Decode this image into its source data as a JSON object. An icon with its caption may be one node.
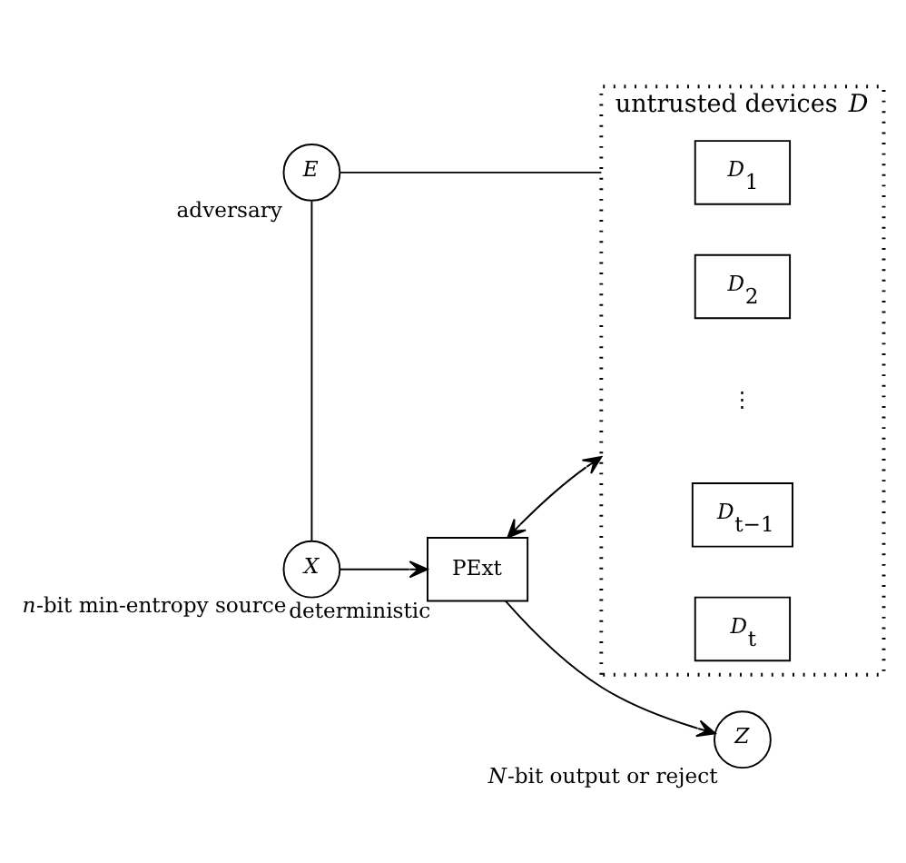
{
  "diagram": {
    "nodes": [
      {
        "text": [
          "untrusted devices *D*"
        ]
      },
      {
        "text": [
          "*D*$_{1}$"
        ],
        "in": 0
      },
      {
        "text": [
          "*D*$_{2}$"
        ],
        "in": 0
      },
      {
        "text": [
          "⋮"
        ],
        "in": 0
      },
      {
        "text": [
          "*D*$_{t−1}$"
        ],
        "in": 0
      },
      {
        "text": [
          "*D*$_{t}$"
        ],
        "in": 0
      },
      {
        "text": [
          "E"
        ],
        "beside": [
          "adversary"
        ]
      },
      {
        "text": [
          "X"
        ],
        "beside": [
          "*n*-bit min-entropy source"
        ]
      },
      {
        "text": [
          "PExt"
        ],
        "beside": [
          "deterministic"
        ]
      },
      {
        "text": [
          "Z"
        ],
        "beside": [
          "*N*-bit output or reject"
        ]
      }
    ],
    "edges": [
      {
        "from": 6,
        "to": 0,
        "arrow": "none"
      },
      {
        "from": 6,
        "to": 7,
        "arrow": "none"
      },
      {
        "from": 7,
        "to": 8,
        "arrow": "to"
      },
      {
        "from": 8,
        "to": 0,
        "arrow": "both"
      },
      {
        "from": 8,
        "to": 9,
        "arrow": "to"
      }
    ]
  }
}
